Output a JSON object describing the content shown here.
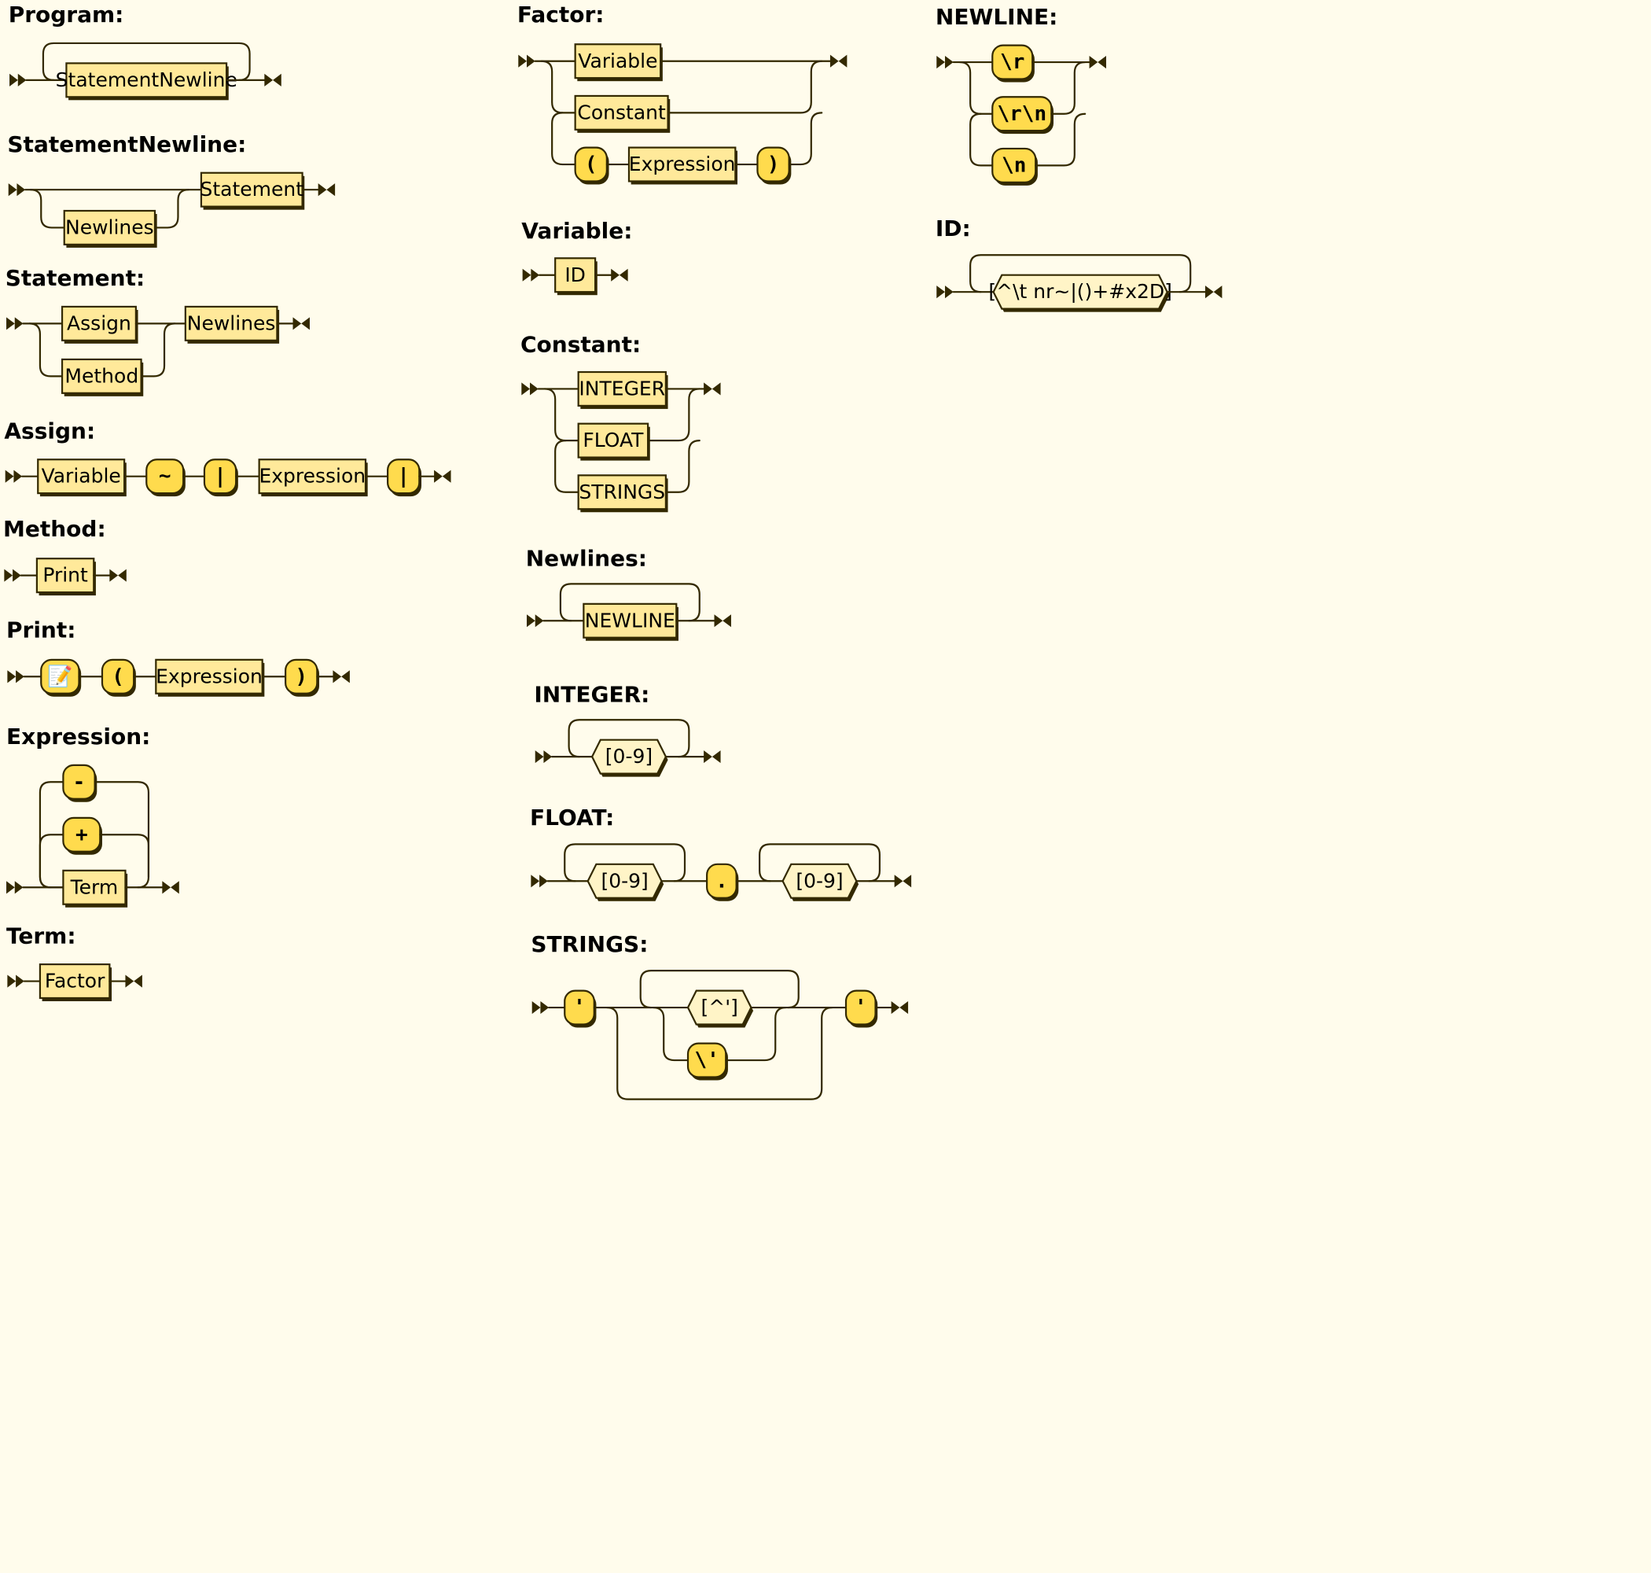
{
  "colors": {
    "background": "#fffcec",
    "nonterminal_fill": "#ffe99a",
    "terminal_fill": "#ffdb4d",
    "charclass_fill": "#fff4c7",
    "line": "#332900"
  },
  "rules": {
    "program": {
      "title": "Program:",
      "items": [
        "StatementNewline"
      ]
    },
    "statement_newline": {
      "title": "StatementNewline:",
      "items": [
        "Statement",
        "Newlines"
      ]
    },
    "statement": {
      "title": "Statement:",
      "items": [
        "Assign",
        "Method",
        "Newlines"
      ]
    },
    "assign": {
      "title": "Assign:",
      "items": [
        "Variable",
        "~",
        "|",
        "Expression",
        "|"
      ]
    },
    "method": {
      "title": "Method:",
      "items": [
        "Print"
      ]
    },
    "print": {
      "title": "Print:",
      "items": [
        "📝",
        "(",
        "Expression",
        ")"
      ]
    },
    "expression": {
      "title": "Expression:",
      "items": [
        "-",
        "+",
        "Term"
      ]
    },
    "term": {
      "title": "Term:",
      "items": [
        "Factor"
      ]
    },
    "factor": {
      "title": "Factor:",
      "items": [
        "Variable",
        "Constant",
        "(",
        "Expression",
        ")"
      ]
    },
    "variable": {
      "title": "Variable:",
      "items": [
        "ID"
      ]
    },
    "constant": {
      "title": "Constant:",
      "items": [
        "INTEGER",
        "FLOAT",
        "STRINGS"
      ]
    },
    "newlines": {
      "title": "Newlines:",
      "items": [
        "NEWLINE"
      ]
    },
    "integer": {
      "title": "INTEGER:",
      "items": [
        "[0-9]"
      ]
    },
    "float": {
      "title": "FLOAT:",
      "items": [
        "[0-9]",
        ".",
        "[0-9]"
      ]
    },
    "strings": {
      "title": "STRINGS:",
      "items": [
        "'",
        "[^']",
        "\\'",
        "'"
      ]
    },
    "newline": {
      "title": "NEWLINE:",
      "items": [
        "\\r",
        "\\r\\n",
        "\\n"
      ]
    },
    "id": {
      "title": "ID:",
      "items": [
        "[^\\t nr~|()+#x2D]"
      ]
    }
  }
}
